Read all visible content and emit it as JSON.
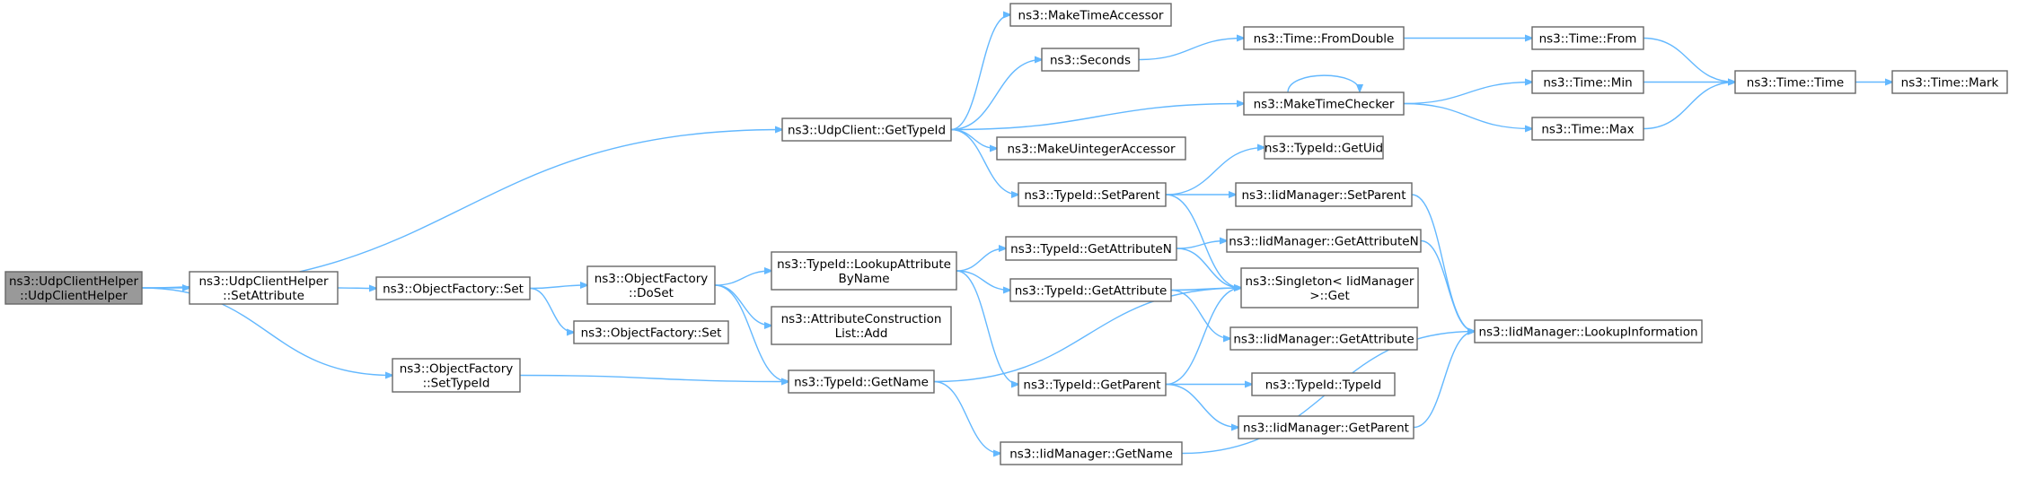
{
  "colors": {
    "edge": "#63b8ff",
    "node_border": "#666666",
    "root_fill": "#999999",
    "node_fill": "#ffffff"
  },
  "nodes": [
    {
      "id": "n0",
      "lines": [
        "ns3::UdpClientHelper",
        "::UdpClientHelper"
      ],
      "root": true
    },
    {
      "id": "n1",
      "lines": [
        "ns3::UdpClientHelper",
        "::SetAttribute"
      ]
    },
    {
      "id": "n2",
      "lines": [
        "ns3::ObjectFactory",
        "::SetTypeId"
      ]
    },
    {
      "id": "n3",
      "lines": [
        "ns3::UdpClient::GetTypeId"
      ]
    },
    {
      "id": "n4",
      "lines": [
        "ns3::ObjectFactory::Set"
      ]
    },
    {
      "id": "n5",
      "lines": [
        "ns3::ObjectFactory",
        "::DoSet"
      ]
    },
    {
      "id": "n6",
      "lines": [
        "ns3::ObjectFactory::Set"
      ]
    },
    {
      "id": "n7",
      "lines": [
        "ns3::TypeId::LookupAttribute",
        "ByName"
      ]
    },
    {
      "id": "n8",
      "lines": [
        "ns3::AttributeConstruction",
        "List::Add"
      ]
    },
    {
      "id": "n9",
      "lines": [
        "ns3::TypeId::GetName"
      ]
    },
    {
      "id": "n10",
      "lines": [
        "ns3::MakeTimeAccessor"
      ]
    },
    {
      "id": "n11",
      "lines": [
        "ns3::Seconds"
      ]
    },
    {
      "id": "n12",
      "lines": [
        "ns3::MakeTimeChecker"
      ]
    },
    {
      "id": "n13",
      "lines": [
        "ns3::MakeUintegerAccessor"
      ]
    },
    {
      "id": "n14",
      "lines": [
        "ns3::TypeId::SetParent"
      ]
    },
    {
      "id": "n15",
      "lines": [
        "ns3::TypeId::GetAttributeN"
      ]
    },
    {
      "id": "n16",
      "lines": [
        "ns3::TypeId::GetAttribute"
      ]
    },
    {
      "id": "n17",
      "lines": [
        "ns3::TypeId::GetParent"
      ]
    },
    {
      "id": "n18",
      "lines": [
        "ns3::IidManager::GetName"
      ]
    },
    {
      "id": "n19",
      "lines": [
        "ns3::Time::FromDouble"
      ]
    },
    {
      "id": "n20",
      "lines": [
        "ns3::TypeId::GetUid"
      ]
    },
    {
      "id": "n21",
      "lines": [
        "ns3::IidManager::SetParent"
      ]
    },
    {
      "id": "n22",
      "lines": [
        "ns3::IidManager::GetAttributeN"
      ]
    },
    {
      "id": "n23",
      "lines": [
        "ns3::Singleton< IidManager",
        ">::Get"
      ]
    },
    {
      "id": "n24",
      "lines": [
        "ns3::IidManager::GetAttribute"
      ]
    },
    {
      "id": "n25",
      "lines": [
        "ns3::TypeId::TypeId"
      ]
    },
    {
      "id": "n26",
      "lines": [
        "ns3::IidManager::GetParent"
      ]
    },
    {
      "id": "n27",
      "lines": [
        "ns3::Time::From"
      ]
    },
    {
      "id": "n28",
      "lines": [
        "ns3::Time::Min"
      ]
    },
    {
      "id": "n29",
      "lines": [
        "ns3::Time::Max"
      ]
    },
    {
      "id": "n30",
      "lines": [
        "ns3::IidManager::LookupInformation"
      ]
    },
    {
      "id": "n31",
      "lines": [
        "ns3::Time::Time"
      ]
    },
    {
      "id": "n32",
      "lines": [
        "ns3::Time::Mark"
      ]
    }
  ],
  "edges": [
    [
      "n0",
      "n3"
    ],
    [
      "n0",
      "n1"
    ],
    [
      "n0",
      "n2"
    ],
    [
      "n1",
      "n4"
    ],
    [
      "n2",
      "n9"
    ],
    [
      "n3",
      "n10"
    ],
    [
      "n3",
      "n11"
    ],
    [
      "n3",
      "n12"
    ],
    [
      "n3",
      "n13"
    ],
    [
      "n3",
      "n14"
    ],
    [
      "n4",
      "n5"
    ],
    [
      "n4",
      "n6"
    ],
    [
      "n5",
      "n7"
    ],
    [
      "n5",
      "n8"
    ],
    [
      "n5",
      "n9"
    ],
    [
      "n7",
      "n15"
    ],
    [
      "n7",
      "n16"
    ],
    [
      "n7",
      "n17"
    ],
    [
      "n9",
      "n23"
    ],
    [
      "n9",
      "n18"
    ],
    [
      "n11",
      "n19"
    ],
    [
      "n12",
      "n12"
    ],
    [
      "n12",
      "n28"
    ],
    [
      "n12",
      "n29"
    ],
    [
      "n14",
      "n20"
    ],
    [
      "n14",
      "n21"
    ],
    [
      "n14",
      "n23"
    ],
    [
      "n15",
      "n22"
    ],
    [
      "n15",
      "n23"
    ],
    [
      "n16",
      "n23"
    ],
    [
      "n16",
      "n24"
    ],
    [
      "n17",
      "n23"
    ],
    [
      "n17",
      "n25"
    ],
    [
      "n17",
      "n26"
    ],
    [
      "n18",
      "n30"
    ],
    [
      "n19",
      "n27"
    ],
    [
      "n21",
      "n30"
    ],
    [
      "n22",
      "n30"
    ],
    [
      "n26",
      "n30"
    ],
    [
      "n27",
      "n31"
    ],
    [
      "n28",
      "n31"
    ],
    [
      "n29",
      "n31"
    ],
    [
      "n31",
      "n32"
    ]
  ]
}
